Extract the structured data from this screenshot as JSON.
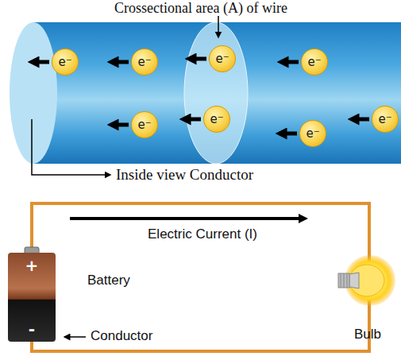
{
  "diagram": {
    "nodes": [
      {
        "text": [
          "e⁻"
        ]
      },
      {
        "text": [
          "e⁻"
        ]
      },
      {
        "text": [
          "e⁻"
        ]
      },
      {
        "text": [
          "e⁻"
        ]
      },
      {
        "text": [
          "e⁻"
        ]
      },
      {
        "text": [
          "e⁻"
        ]
      },
      {
        "text": [
          "e⁻"
        ]
      },
      {
        "text": [
          "e⁻"
        ]
      },
      {
        "text": [
          "+",
          "-"
        ]
      }
    ],
    "labels": [
      "Crossectional area (A) of wire",
      "Inside view Conductor",
      "Electric Current (I)",
      "Battery",
      "Conductor",
      "Bulb"
    ]
  }
}
